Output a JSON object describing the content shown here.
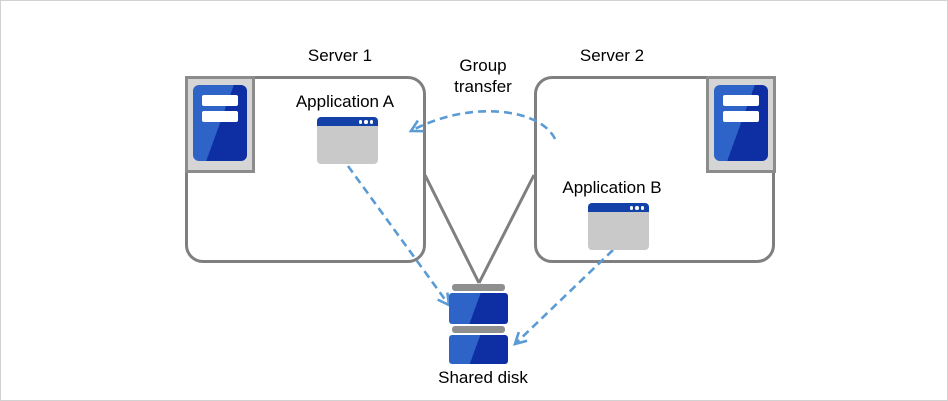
{
  "nodes": {
    "server1": {
      "label": "Server 1"
    },
    "server2": {
      "label": "Server 2"
    },
    "application_a": {
      "label": "Application A"
    },
    "application_b": {
      "label": "Application B"
    },
    "shared_disk": {
      "label": "Shared disk"
    },
    "transfer": {
      "label": "Group transfer"
    }
  },
  "edges": [
    {
      "from": "server1",
      "to": "shared_disk",
      "style": "solid-gray-line"
    },
    {
      "from": "server2",
      "to": "shared_disk",
      "style": "solid-gray-line"
    },
    {
      "from": "application_a",
      "to": "shared_disk",
      "style": "blue-dashed-arrow"
    },
    {
      "from": "application_b",
      "to": "shared_disk",
      "style": "blue-dashed-arrow"
    },
    {
      "from": "server2",
      "to": "server1",
      "style": "blue-dashed-arc-arrow",
      "label": "Group transfer"
    }
  ],
  "icons": {
    "server_tower": "blue tower server in gray panel with two white slots",
    "app_window": "gray application window with blue title bar and three dots",
    "shared_disk": "stack of two blue disk drives with gray rails"
  },
  "colors": {
    "accent_blue": "#5b9bd5",
    "line_gray": "#7f7f7f",
    "icon_frame": "#8c8c8c",
    "panel_gray": "#d5d5d5",
    "server_blue_light": "#2e63c8",
    "server_blue_dark": "#0d2fa3",
    "titlebar_blue": "#1341a8",
    "window_gray": "#c9c9c9",
    "disk_bar": "#8f8f8f",
    "frame_border": "#d2d2d2",
    "text": "#000000"
  }
}
